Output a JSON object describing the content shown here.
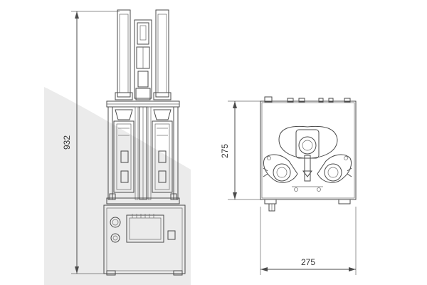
{
  "drawing": {
    "dimensions": {
      "front_height": "932",
      "side_height": "275",
      "side_width": "275"
    }
  }
}
